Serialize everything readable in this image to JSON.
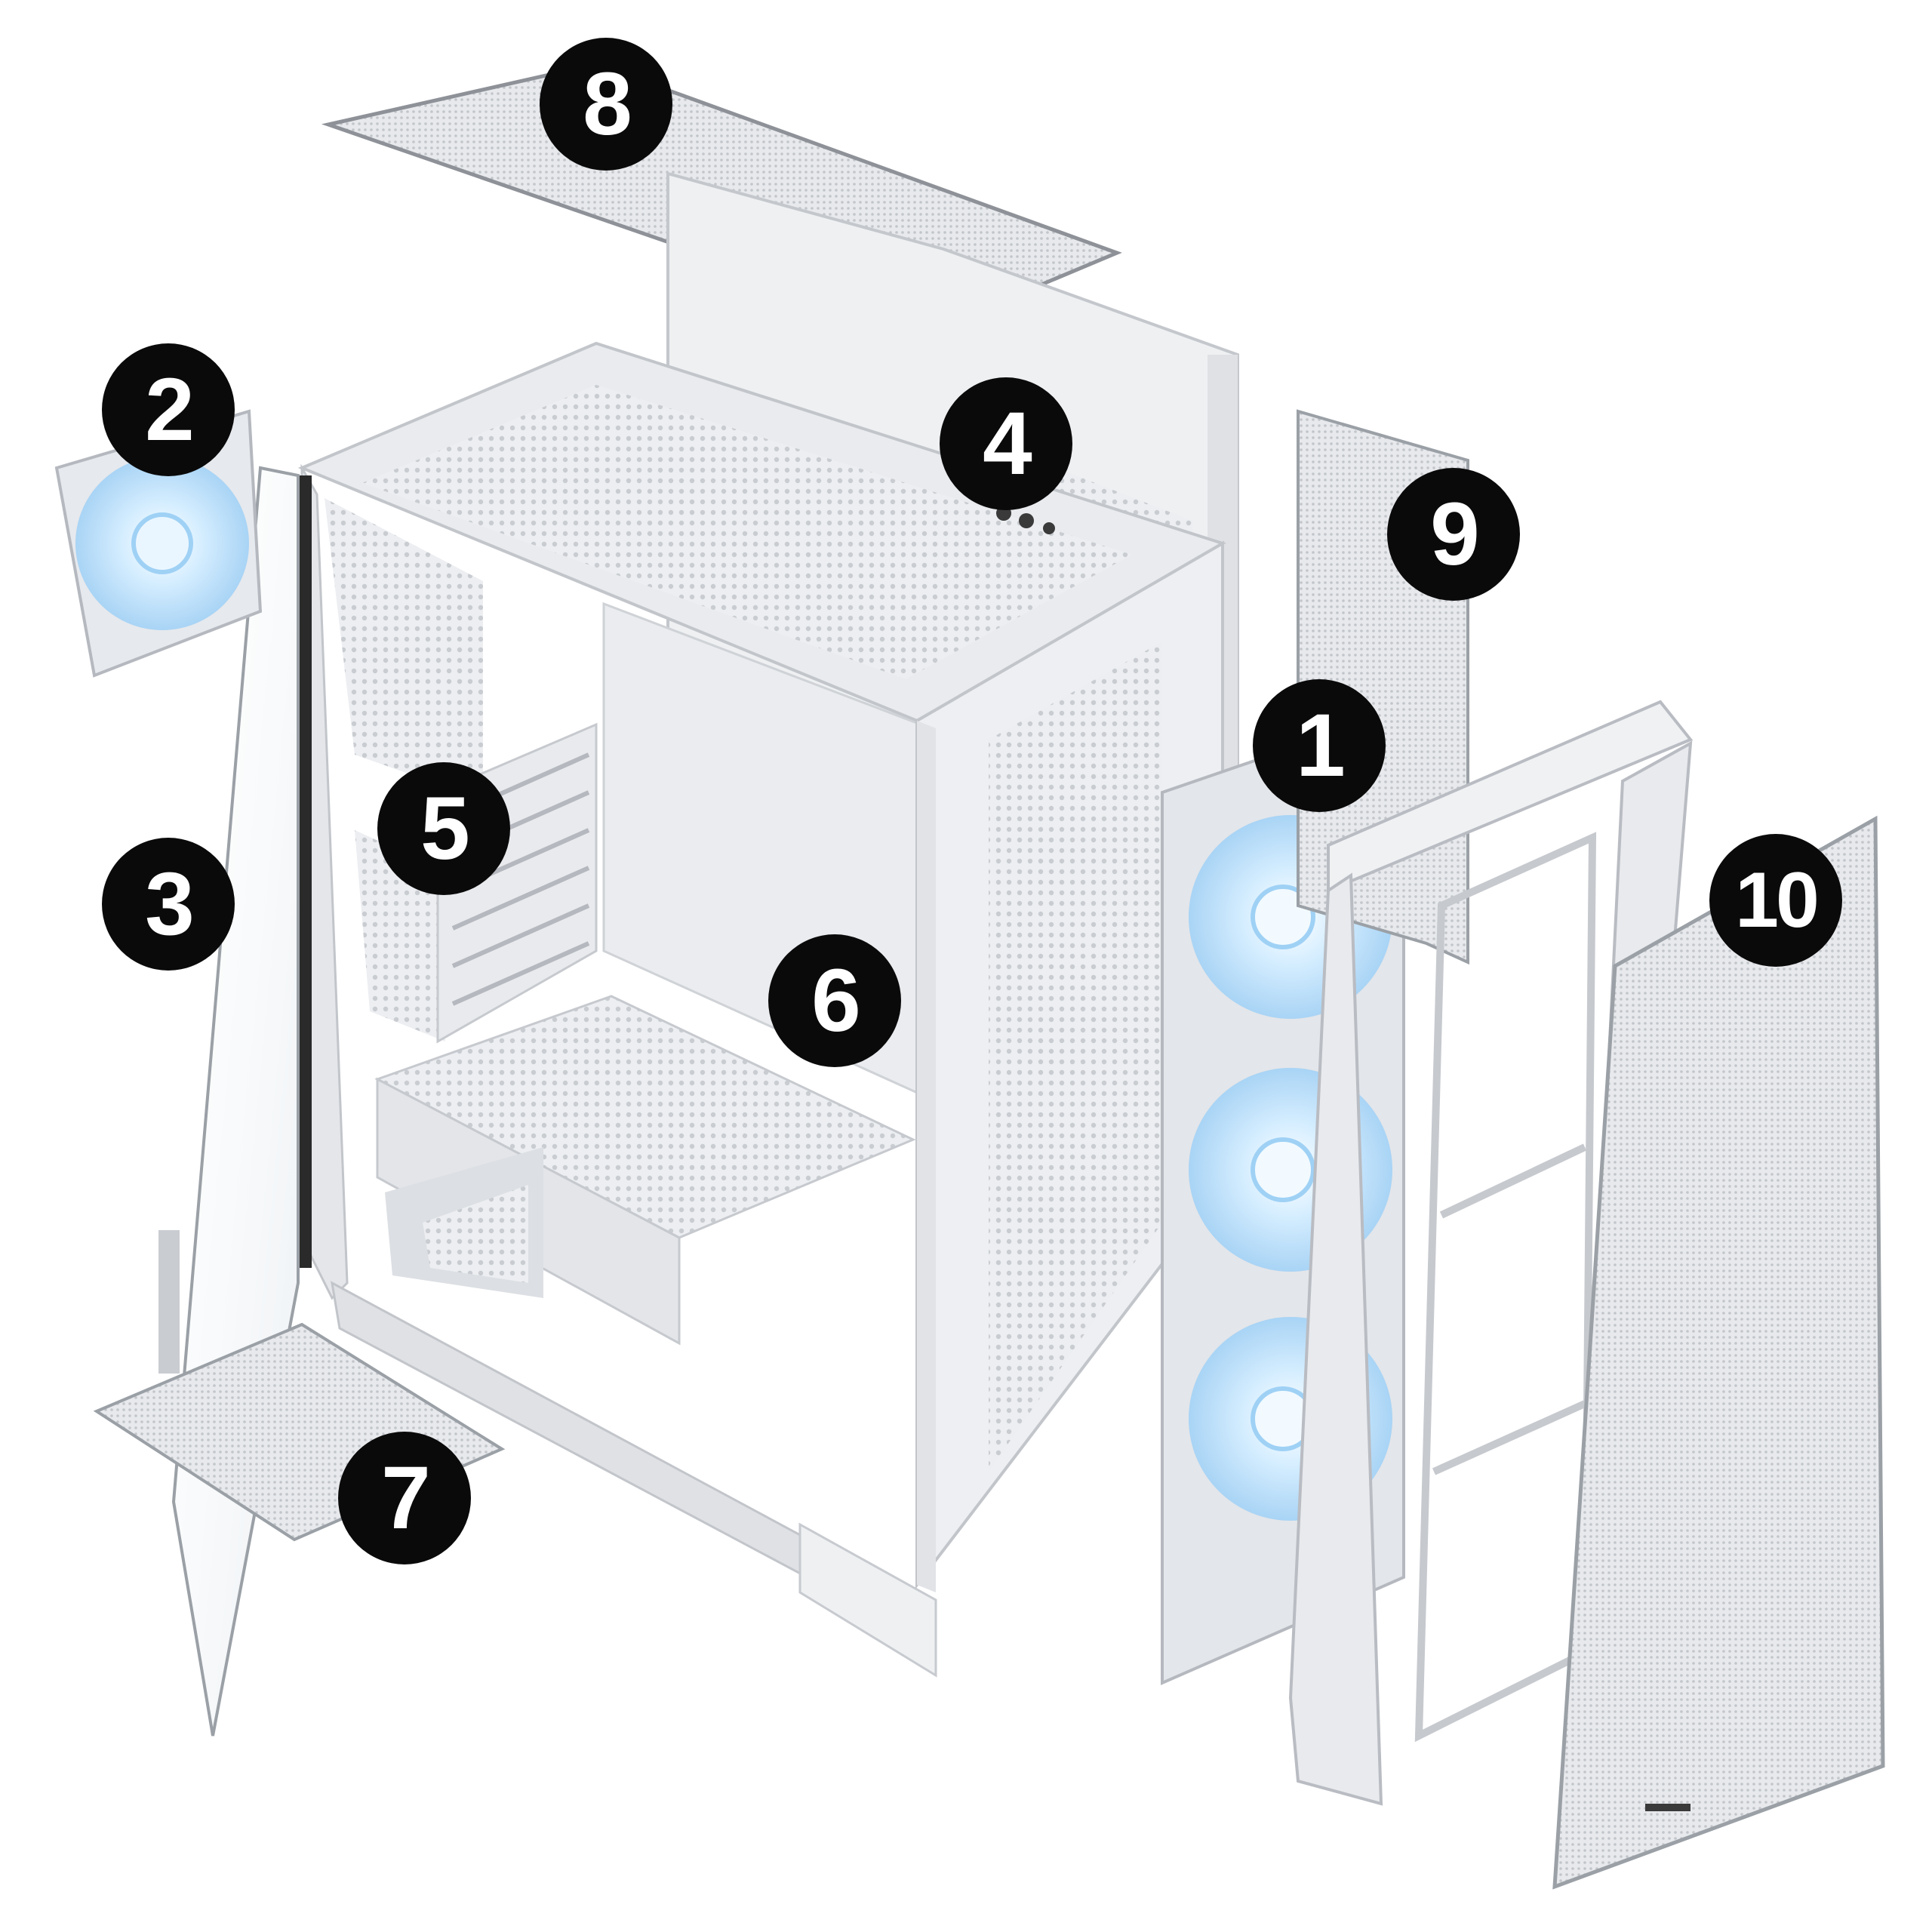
{
  "callouts": [
    {
      "id": "1",
      "label": "1"
    },
    {
      "id": "2",
      "label": "2"
    },
    {
      "id": "3",
      "label": "3"
    },
    {
      "id": "4",
      "label": "4"
    },
    {
      "id": "5",
      "label": "5"
    },
    {
      "id": "6",
      "label": "6"
    },
    {
      "id": "7",
      "label": "7"
    },
    {
      "id": "8",
      "label": "8"
    },
    {
      "id": "9",
      "label": "9"
    },
    {
      "id": "10",
      "label": "10"
    }
  ],
  "colors": {
    "case_white": "#f2f3f5",
    "case_shadow": "#d7d9dd",
    "case_dark": "#b9bcc2",
    "fan_blue": "#bfe3ff",
    "glass": "#e9edf0",
    "badge": "#0a0a0a"
  }
}
